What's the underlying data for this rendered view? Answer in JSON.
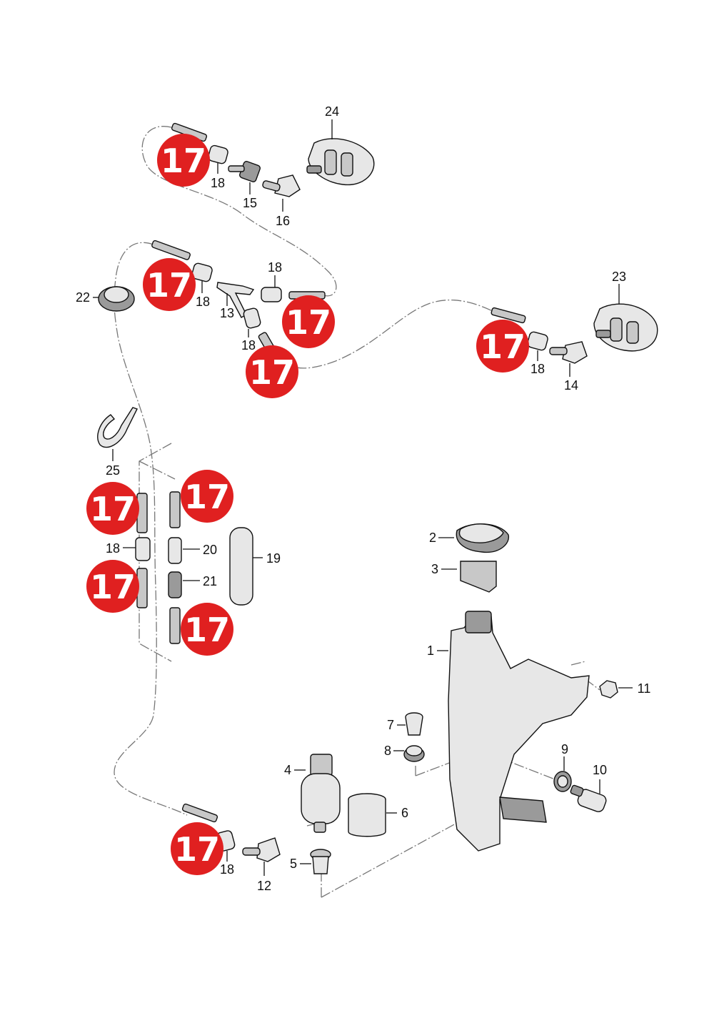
{
  "callouts": {
    "c1": "1",
    "c2": "2",
    "c3": "3",
    "c4": "4",
    "c5": "5",
    "c6": "6",
    "c7": "7",
    "c8": "8",
    "c9": "9",
    "c10": "10",
    "c11": "11",
    "c12": "12",
    "c13": "13",
    "c14": "14",
    "c15": "15",
    "c16": "16",
    "c18a": "18",
    "c18b": "18",
    "c18c": "18",
    "c18d": "18",
    "c18e": "18",
    "c18f": "18",
    "c18g": "18",
    "c19": "19",
    "c20": "20",
    "c21": "21",
    "c22": "22",
    "c23": "23",
    "c24": "24",
    "c25": "25"
  },
  "highlight": {
    "label": "17",
    "color": "#e02020"
  },
  "colors": {
    "hose_line": "#777777",
    "part_fill": "#e7e7e7",
    "part_shadow": "#9a9a9a"
  }
}
